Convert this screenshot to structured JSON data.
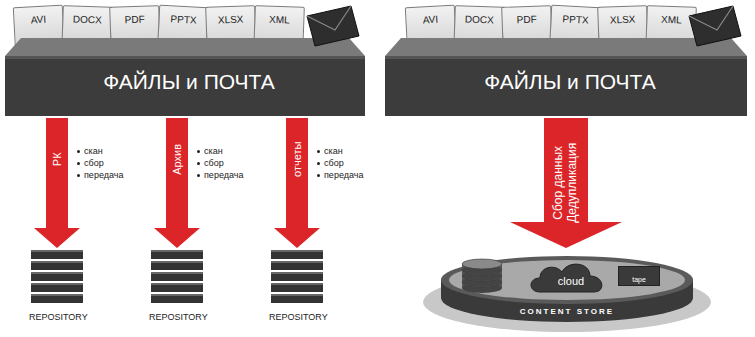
{
  "diagram": {
    "nodes": [
      {
        "text": [
          "AVI"
        ]
      },
      {
        "text": [
          "DOCX"
        ]
      },
      {
        "text": [
          "PDF"
        ]
      },
      {
        "text": [
          "PPTX"
        ]
      },
      {
        "text": [
          "XLSX"
        ]
      },
      {
        "text": [
          "XML"
        ]
      },
      {
        "text": [
          "ФАЙЛЫ и ПОЧТА"
        ]
      },
      {
        "text": [
          "REPOSITORY"
        ]
      },
      {
        "text": [
          "REPOSITORY"
        ]
      },
      {
        "text": [
          "REPOSITORY"
        ]
      },
      {
        "text": [
          "AVI"
        ]
      },
      {
        "text": [
          "DOCX"
        ]
      },
      {
        "text": [
          "PDF"
        ]
      },
      {
        "text": [
          "PPTX"
        ]
      },
      {
        "text": [
          "XLSX"
        ]
      },
      {
        "text": [
          "XML"
        ]
      },
      {
        "text": [
          "ФАЙЛЫ и ПОЧТА"
        ]
      },
      {
        "text": [
          "CONTENT STORE"
        ]
      },
      {
        "text": [
          "cloud"
        ],
        "in": 17
      },
      {
        "text": [
          "tape"
        ],
        "in": 17
      }
    ],
    "edges": [
      {
        "from": 6,
        "to": 7,
        "label": "РК",
        "arrow": "to"
      },
      {
        "from": 6,
        "to": 8,
        "label": "Архив",
        "arrow": "to"
      },
      {
        "from": 6,
        "to": 9,
        "label": "отчеты",
        "arrow": "to"
      },
      {
        "from": 16,
        "to": 17,
        "label": "Сбор данных Дедупликация",
        "arrow": "to"
      }
    ],
    "labels": [
      "скан",
      "сбор",
      "передача",
      "скан",
      "сбор",
      "передача",
      "скан",
      "сбор",
      "передача"
    ]
  }
}
